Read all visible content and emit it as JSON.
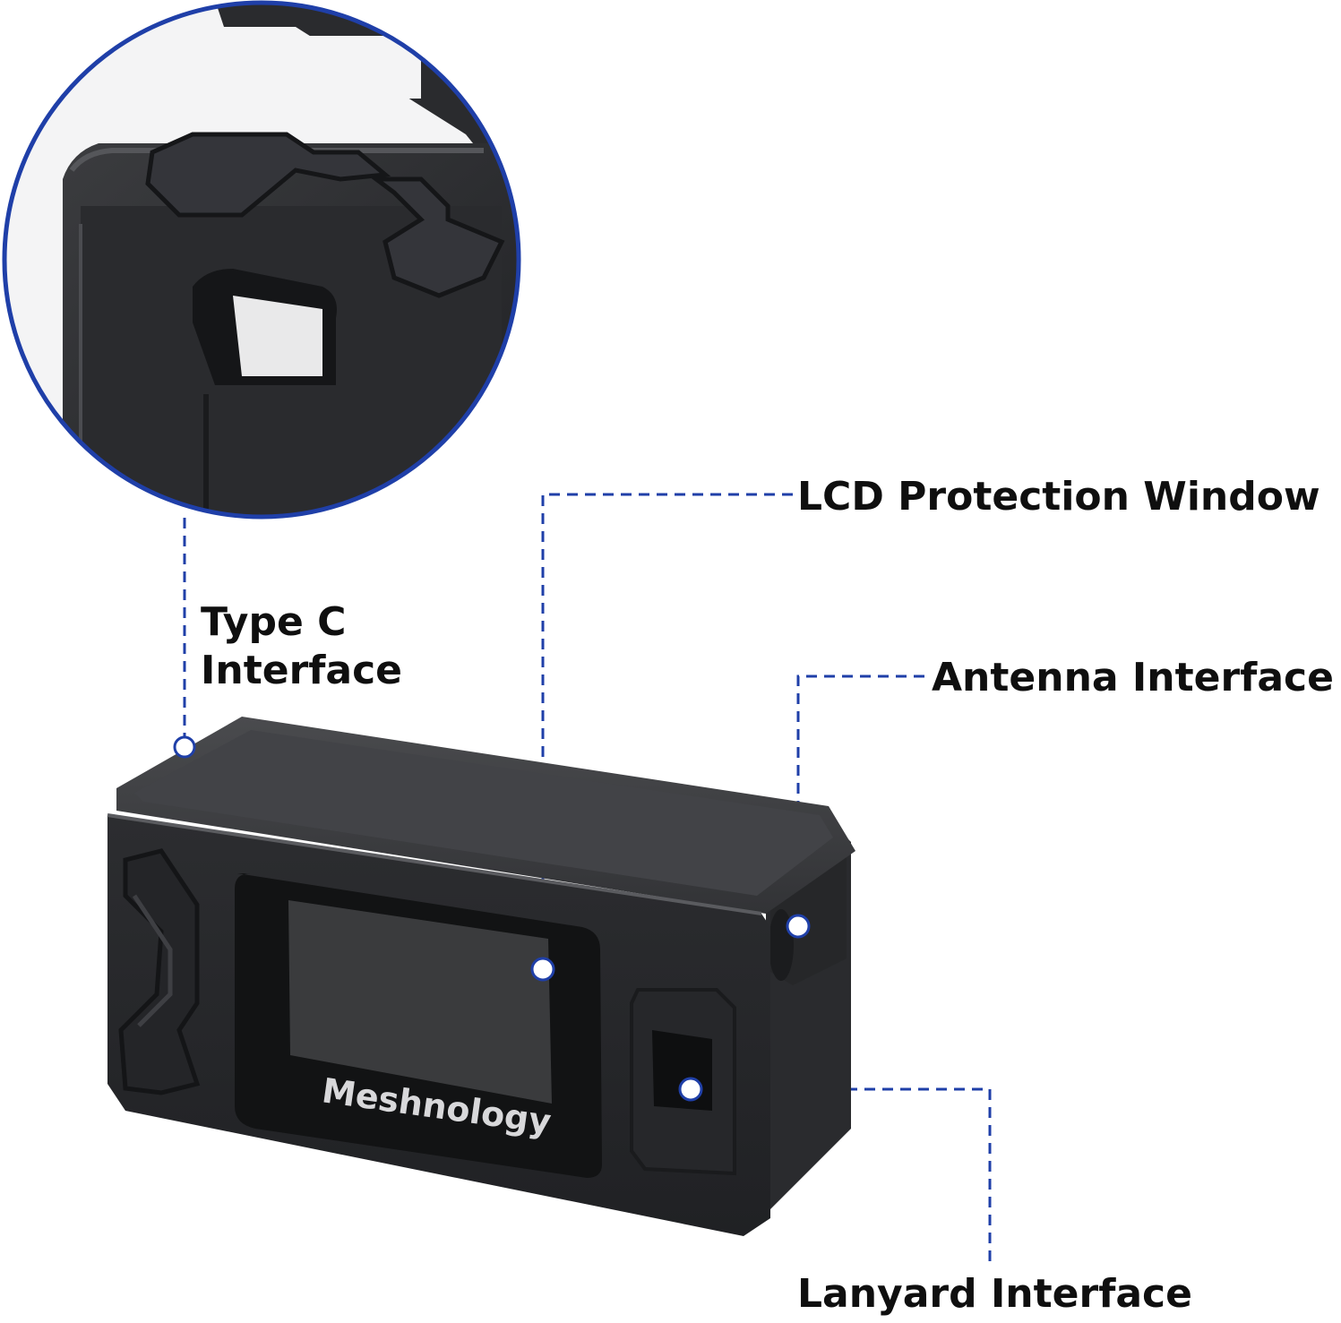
{
  "callouts": {
    "lcd_window": "LCD Protection Window",
    "type_c_line1": "Type C",
    "type_c_line2": "Interface",
    "antenna": "Antenna Interface",
    "lanyard": "Lanyard Interface"
  },
  "device": {
    "brand": "Meshnology"
  },
  "colors": {
    "accent": "#1f3fa8",
    "device_body": "#2e2f31",
    "device_dark": "#1a1b1d",
    "screen": "#3a3b3d",
    "text": "#0f0f0f"
  }
}
